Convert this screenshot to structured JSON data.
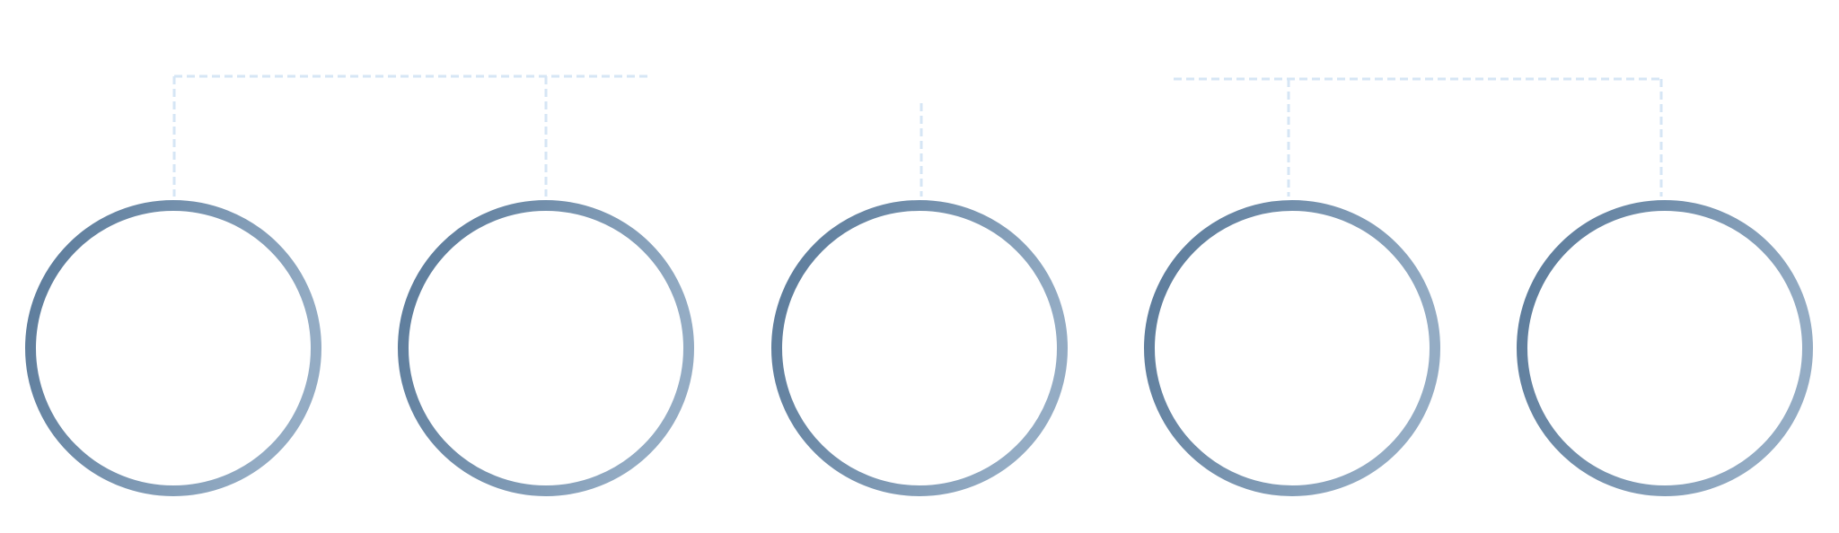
{
  "colors": {
    "background": "#ffffff",
    "ring_dark": "#587898",
    "ring_light": "#94acc4",
    "connector": "#d6e6f5"
  },
  "nodes": [
    {
      "id": "node-1",
      "label": ""
    },
    {
      "id": "node-2",
      "label": ""
    },
    {
      "id": "node-3",
      "label": ""
    },
    {
      "id": "node-4",
      "label": ""
    },
    {
      "id": "node-5",
      "label": ""
    }
  ],
  "connector_groups": [
    {
      "id": "left-group",
      "joins": [
        "node-1",
        "node-2"
      ]
    },
    {
      "id": "center-stub",
      "joins": [
        "node-3"
      ]
    },
    {
      "id": "right-group",
      "joins": [
        "node-4",
        "node-5"
      ]
    }
  ]
}
